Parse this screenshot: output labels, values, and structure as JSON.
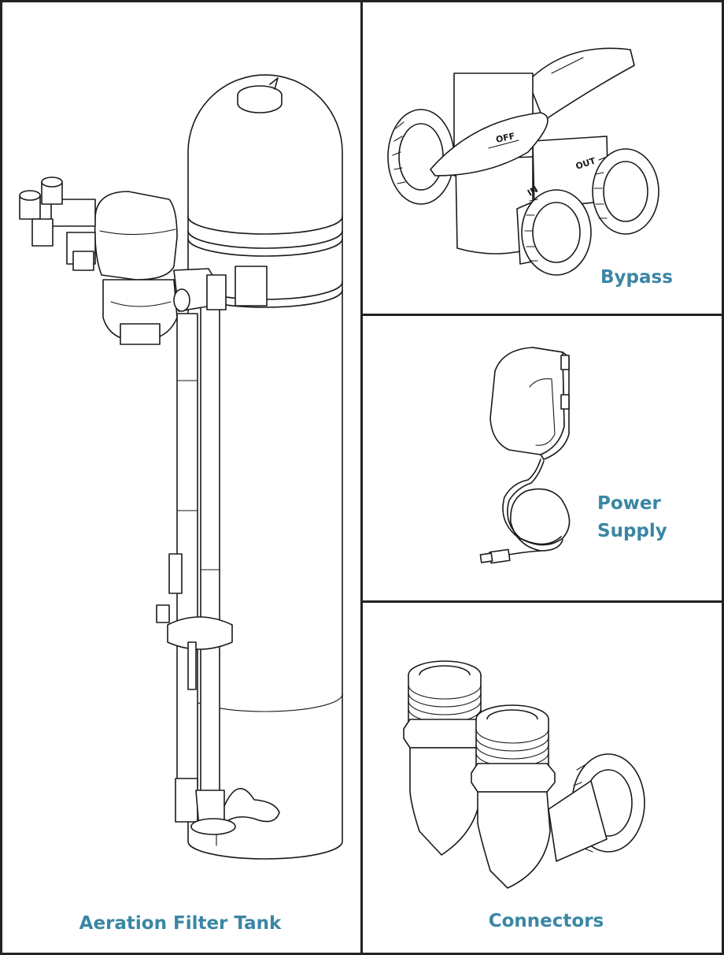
{
  "panels": {
    "tank": {
      "label": "Aeration Filter Tank",
      "illustration": "aeration-filter-tank"
    },
    "bypass": {
      "label": "Bypass",
      "illustration": "bypass-valve",
      "markings": {
        "in": "IN",
        "out": "OUT",
        "off": "OFF"
      }
    },
    "power": {
      "label_line1": "Power",
      "label_line2": "Supply",
      "illustration": "power-adapter"
    },
    "connectors": {
      "label": "Connectors",
      "illustration": "elbow-connectors"
    }
  },
  "colors": {
    "label": "#3a86a4",
    "line": "#1a1a1a",
    "frame": "#222222",
    "background": "#ffffff"
  }
}
